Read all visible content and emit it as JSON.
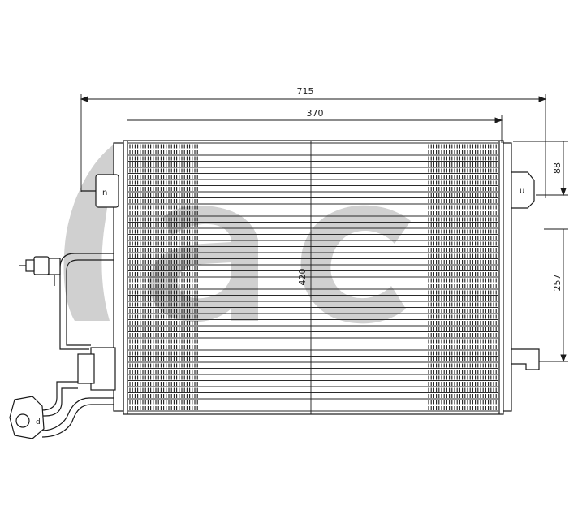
{
  "logo": {
    "text": "ac",
    "color": "#c8c8c8"
  },
  "dimensions": {
    "overall_width": "715",
    "core_width": "370",
    "core_height": "420",
    "top_offset": "88",
    "lower_offset": "257"
  },
  "colors": {
    "line": "#1a1a1a",
    "fin": "#2a2a2a",
    "watermark": "#c8c8c8"
  }
}
